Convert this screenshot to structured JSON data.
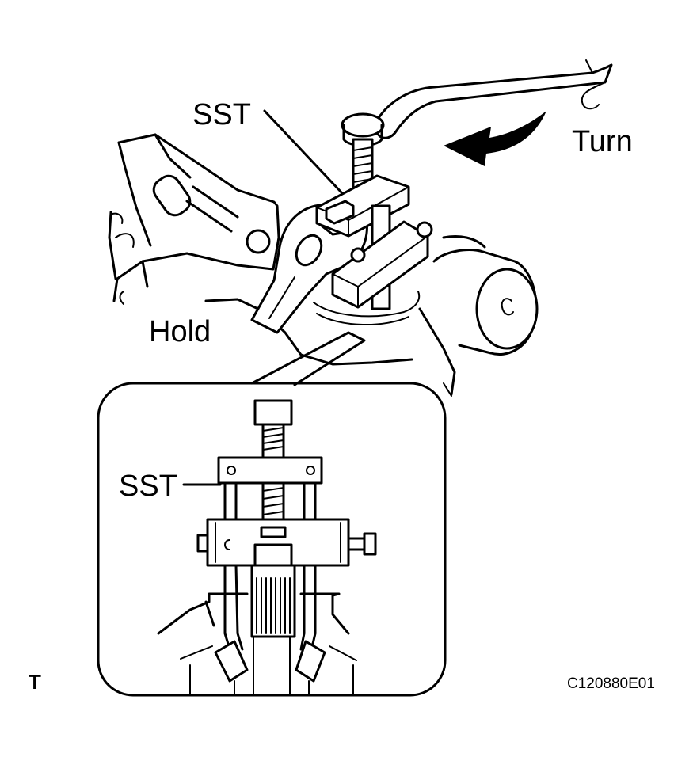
{
  "figure": {
    "labels": {
      "sst_top": "SST",
      "turn": "Turn",
      "hold": "Hold",
      "sst_inset": "SST",
      "corner_mark": "T",
      "figure_code": "C120880E01"
    },
    "colors": {
      "ink": "#000000",
      "background": "#ffffff"
    }
  }
}
